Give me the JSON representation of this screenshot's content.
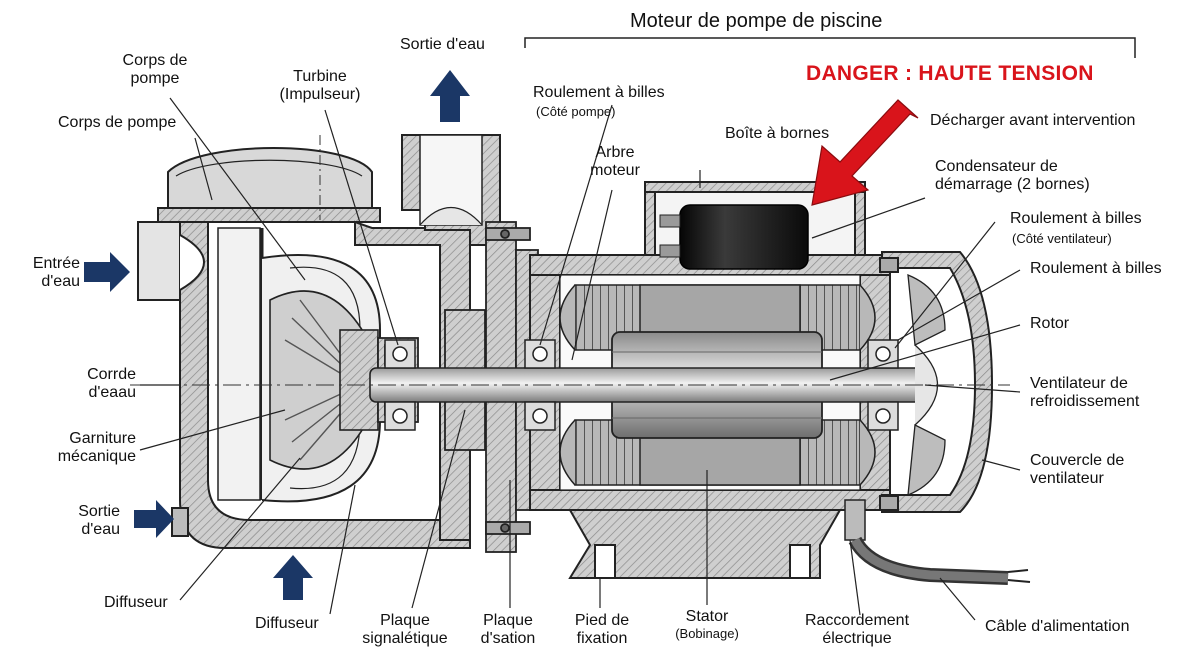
{
  "title": "Moteur de pompe de piscine",
  "warning": {
    "text": "DANGER : HAUTE TENSION",
    "instruction": "Décharger avant intervention",
    "color": "#d9141b"
  },
  "colors": {
    "metal": "#c9c9c9",
    "metal_dark": "#8f8f8f",
    "outline": "#222222",
    "arrow": "#1b3766",
    "capacitor": "#1a1a1a",
    "danger": "#d9141b"
  },
  "labels": {
    "corps_pompe_1": [
      "Corps de",
      "pompe"
    ],
    "corps_pompe_2": "Corps de pompe",
    "turbine": [
      "Turbine",
      "(Impulseur)"
    ],
    "sortie_top": "Sortie d'eau",
    "roulement_pompe": "Roulement à billes",
    "roulement_pompe_sub": "(Côté pompe)",
    "arbre": [
      "Arbre",
      "moteur"
    ],
    "boite": "Boîte à bornes",
    "condensateur": [
      "Condensateur de",
      "démarrage (2 bornes)"
    ],
    "roulement_vent": "Roulement à billes",
    "roulement_vent_sub": "(Côté ventilateur)",
    "roulement": "Roulement à billes",
    "rotor": "Rotor",
    "ventilateur": [
      "Ventilateur de",
      "refroidissement"
    ],
    "couvercle": [
      "Couvercle de",
      "ventilateur"
    ],
    "cable": "Câble d'alimentation",
    "raccord": [
      "Raccordement",
      "électrique"
    ],
    "stator": "Stator",
    "stator_sub": "(Bobinage)",
    "pied": [
      "Pied de",
      "fixation"
    ],
    "plaque_sation": [
      "Plaque",
      "d'sation"
    ],
    "plaque_sign": [
      "Plaque",
      "signalétique"
    ],
    "diffuseur_bottom": "Diffuseur",
    "diffuseur_left": "Diffuseur",
    "sortie_left": [
      "Sortie",
      "d'eau"
    ],
    "garniture": [
      "Garniture",
      "mécanique"
    ],
    "corrde": [
      "Corrde",
      "d'eaau"
    ],
    "entree": [
      "Entrée",
      "d'eau"
    ]
  }
}
